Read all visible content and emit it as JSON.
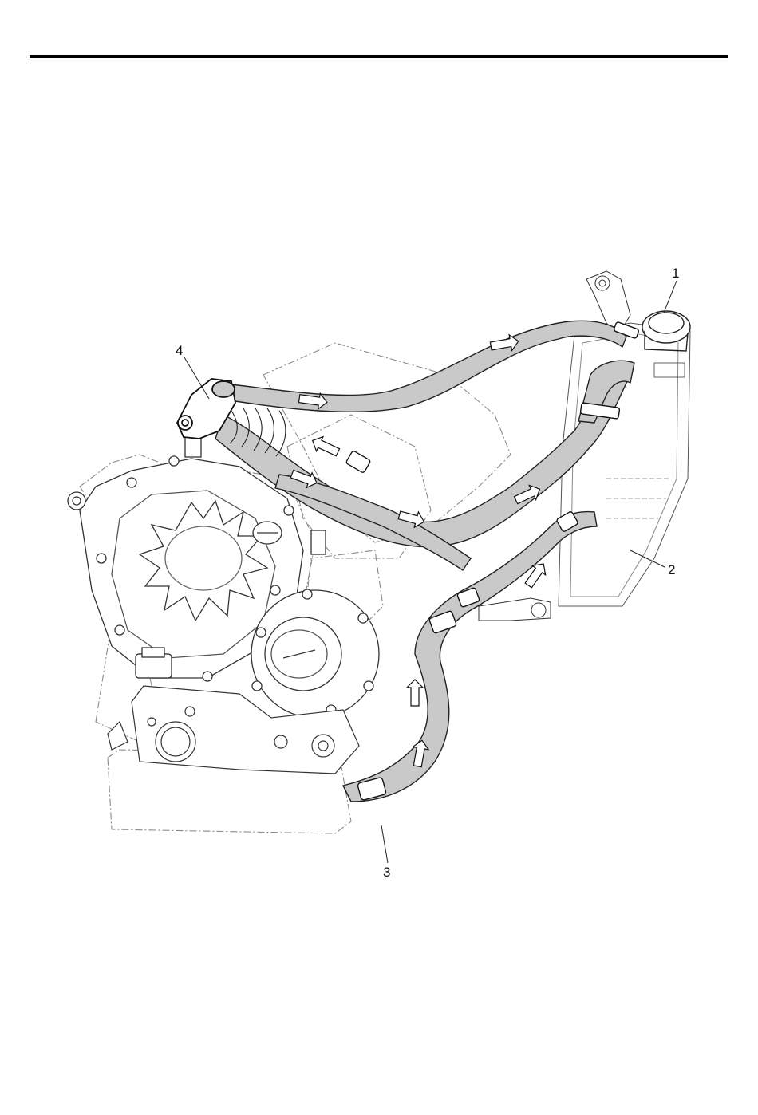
{
  "callouts": [
    {
      "id": "1",
      "label": "1"
    },
    {
      "id": "2",
      "label": "2"
    },
    {
      "id": "3",
      "label": "3"
    },
    {
      "id": "4",
      "label": "4"
    }
  ],
  "colors": {
    "hose_fill": "#c9c9c9",
    "line": "#2a2a2a",
    "phantom_line": "#8a8a8a"
  },
  "icons": [
    "flow-arrow-icon",
    "hose-clamp-icon",
    "radiator-cap-icon"
  ]
}
